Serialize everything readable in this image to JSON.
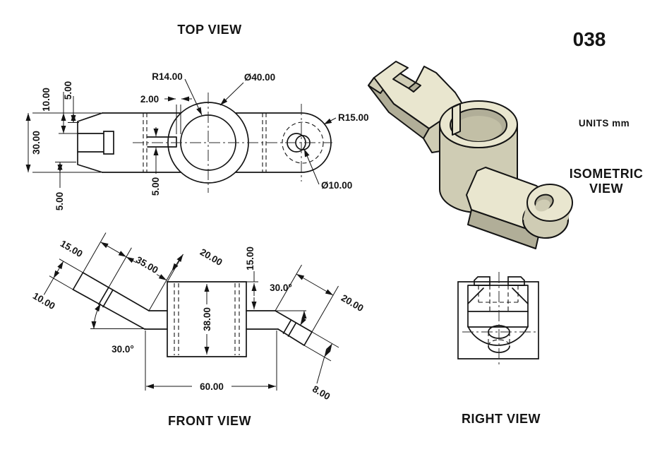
{
  "sheet": {
    "number": "038",
    "units": "UNITS mm"
  },
  "views": {
    "top": {
      "title": "TOP VIEW",
      "dims": {
        "height_total": "30.00",
        "prong_width": "10.00",
        "chamfer_top": "5.00",
        "chamfer_bottom": "5.00",
        "keyway_height": "5.00",
        "keyway_depth": "2.00",
        "bore_radius": "R14.00",
        "boss_diameter": "Ø40.00",
        "end_radius": "R15.00",
        "hole_diameter": "Ø10.00"
      }
    },
    "front": {
      "title": "FRONT VIEW",
      "dims": {
        "fork_length": "15.00",
        "arm_length": "35.00",
        "offset_left": "20.00",
        "arm_width": "10.00",
        "angle_left": "30.0°",
        "body_height": "38.00",
        "drop_right": "15.00",
        "angle_right": "30.0°",
        "lug_length": "20.00",
        "lug_thickness": "8.00",
        "span": "60.00"
      }
    },
    "right": {
      "title": "RIGHT VIEW"
    },
    "isometric": {
      "title_line1": "ISOMETRIC",
      "title_line2": "VIEW"
    }
  },
  "colors": {
    "face_light": "#e9e6cf",
    "face_mid": "#cfccb4",
    "face_dark": "#b1ae98",
    "line": "#141414"
  }
}
